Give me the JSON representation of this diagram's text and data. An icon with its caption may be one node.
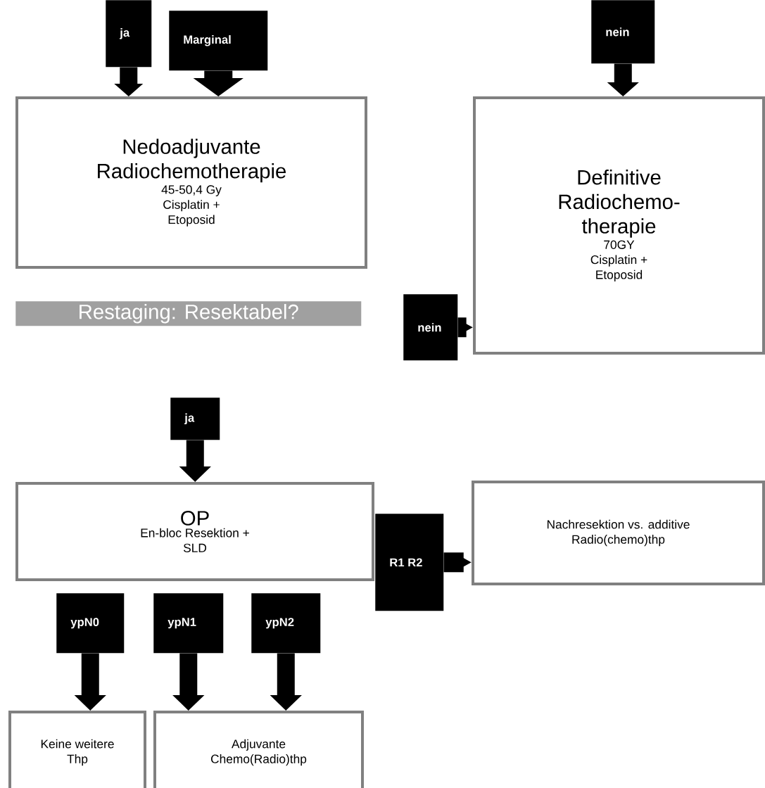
{
  "diagram": {
    "nodes": [
      {
        "text": [
          "ja"
        ]
      },
      {
        "text": [
          "Marginal"
        ]
      },
      {
        "text": [
          "nein"
        ]
      },
      {
        "text": [
          "Nedoadjuvante Radiochemotherapie",
          "45-50,4 Gy Cisplatin + Etoposid"
        ]
      },
      {
        "text": [
          "Definitive Radiochemo- therapie",
          "70GY Cisplatin + Etoposid"
        ]
      },
      {
        "text": [
          "Restaging: Resektabel?"
        ]
      },
      {
        "text": [
          "nein"
        ]
      },
      {
        "text": [
          "ja"
        ]
      },
      {
        "text": [
          "OP",
          "En-bloc Resektion + SLD"
        ]
      },
      {
        "text": [
          "R1 R2"
        ]
      },
      {
        "text": [
          "Nachresektion vs. additive Radio(chemo)thp"
        ]
      },
      {
        "text": [
          "ypN0"
        ]
      },
      {
        "text": [
          "ypN1"
        ]
      },
      {
        "text": [
          "ypN2"
        ]
      },
      {
        "text": [
          "Keine weitere Thp"
        ]
      },
      {
        "text": [
          "Adjuvante Chemo(Radio)thp"
        ]
      }
    ],
    "edges": [
      {
        "from": 0,
        "to": 3,
        "arrow": "to"
      },
      {
        "from": 1,
        "to": 3,
        "arrow": "to"
      },
      {
        "from": 2,
        "to": 4,
        "arrow": "to"
      },
      {
        "from": 6,
        "to": 4,
        "arrow": "to"
      },
      {
        "from": 7,
        "to": 8,
        "arrow": "to"
      },
      {
        "from": 9,
        "to": 10,
        "arrow": "to"
      },
      {
        "from": 11,
        "to": 14,
        "arrow": "to"
      },
      {
        "from": 12,
        "to": 15,
        "arrow": "to"
      },
      {
        "from": 13,
        "to": 15,
        "arrow": "to"
      }
    ]
  }
}
